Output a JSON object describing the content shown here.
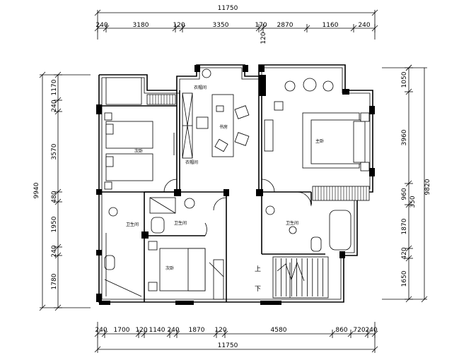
{
  "dimensions": {
    "top_total": "11750",
    "top_segments": [
      "240",
      "3180",
      "120",
      "3350",
      "170",
      "2870",
      "1160",
      "240"
    ],
    "top_extra": "120",
    "bottom_segments": [
      "240",
      "1700",
      "120",
      "1140",
      "240",
      "1870",
      "120",
      "4580",
      "860",
      "720",
      "240"
    ],
    "bottom_total": "11750",
    "left_total": "9940",
    "left_segments": [
      "1170",
      "240",
      "3570",
      "480",
      "1950",
      "240",
      "1780"
    ],
    "right_total": "9820",
    "right_segments": [
      "1050",
      "3960",
      "960",
      "1870",
      "420",
      "1650"
    ],
    "right_extra": "350"
  },
  "rooms": {
    "study": "书房",
    "bedroom_left": "次卧",
    "bath_left": "卫生间",
    "bath_center": "卫生间",
    "bedroom_center": "次卧",
    "master_bedroom": "主卧",
    "bath_right": "卫生间",
    "closet_left": "衣帽间",
    "closet_center": "衣帽间",
    "stair_up": "上",
    "stair_down": "下"
  }
}
